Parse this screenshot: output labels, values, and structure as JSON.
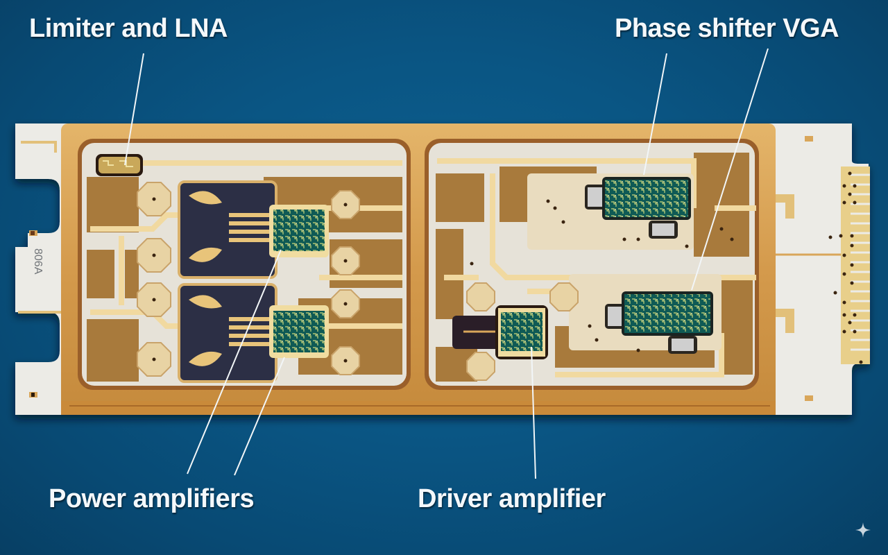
{
  "figure": {
    "subject": "RF transmit/receive module circuit board (photograph)",
    "labels": {
      "limiter_lna": "Limiter and LNA",
      "phase_shifter_vga": "Phase shifter VGA",
      "power_amplifiers": "Power amplifiers",
      "driver_amplifier": "Driver amplifier"
    },
    "part_marking": "806A",
    "colors": {
      "background": "#0a5583",
      "gold": "#d9a65a",
      "substrate": "#a87a3c",
      "ceramic": "#ecebe6",
      "mmic": "#0f5a55",
      "label_text": "#f4f8fb"
    }
  },
  "watermark": {
    "icon": "sparkle-icon"
  }
}
